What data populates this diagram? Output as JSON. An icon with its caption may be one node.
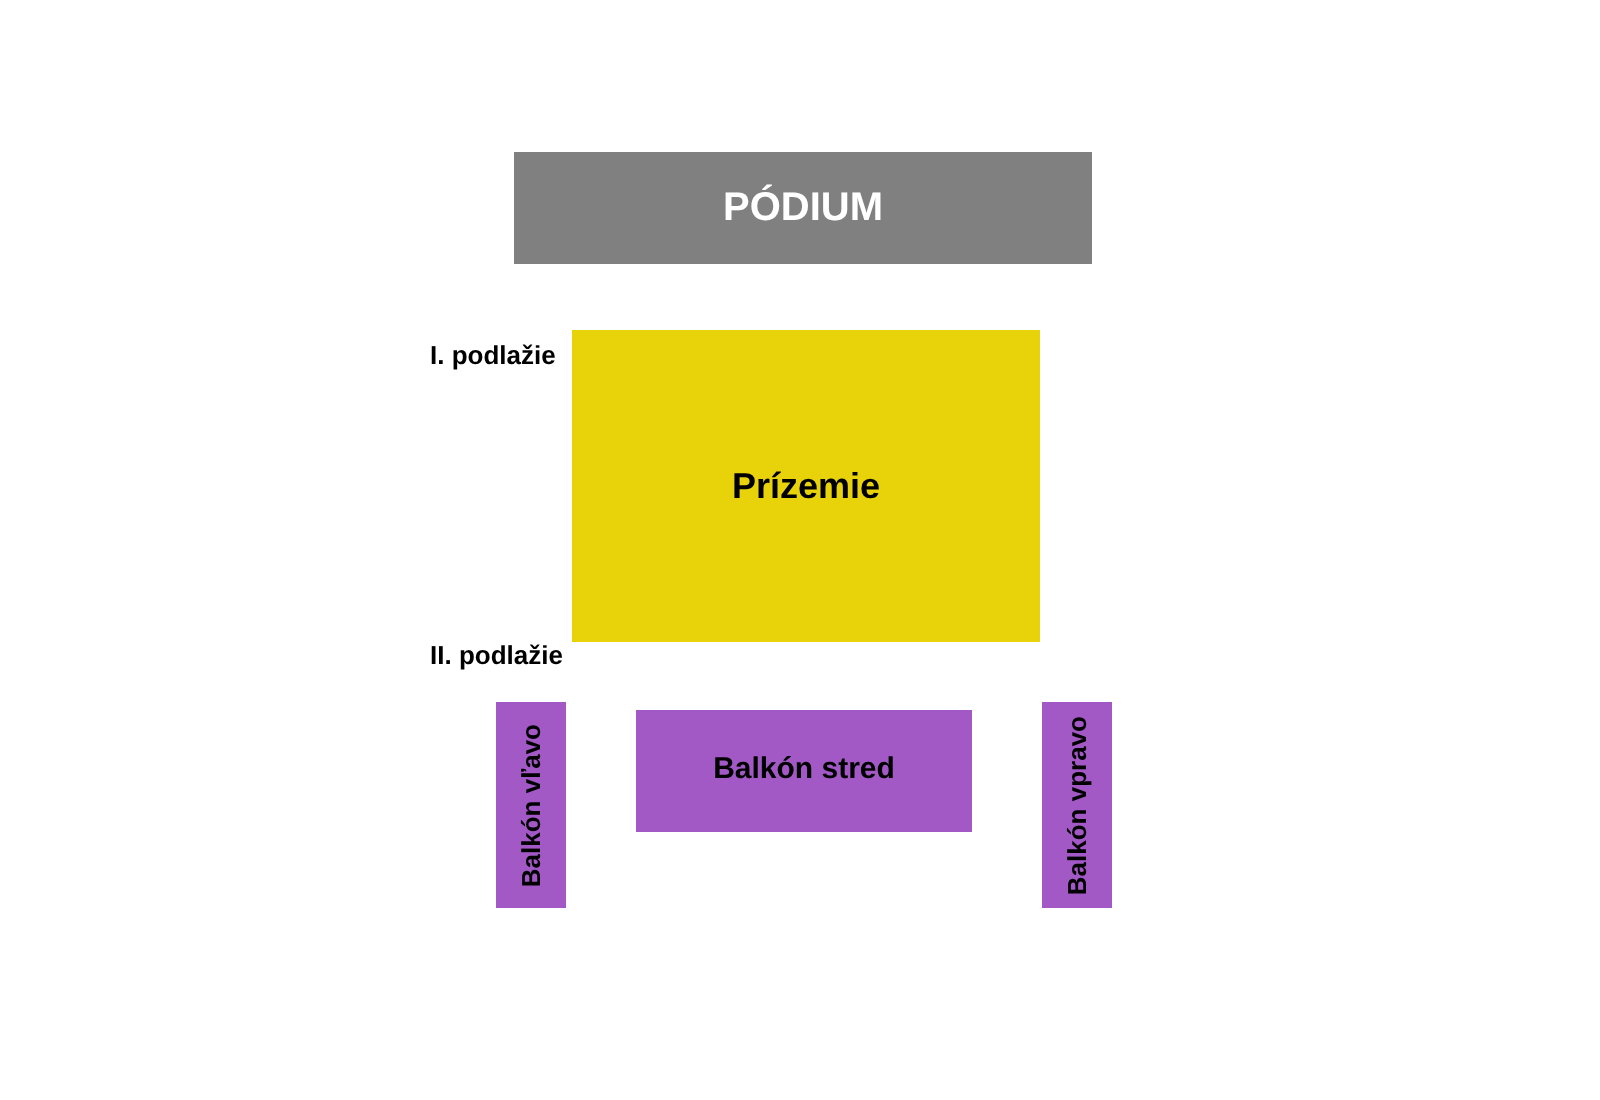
{
  "diagram": {
    "nodes": [
      {
        "text": [
          "PÓDIUM"
        ]
      },
      {
        "text": [
          "Prízemie"
        ]
      },
      {
        "text": [
          "Balkón vľavo"
        ]
      },
      {
        "text": [
          "Balkón stred"
        ]
      },
      {
        "text": [
          "Balkón vpravo"
        ]
      }
    ],
    "labels": [
      "I. podlažie",
      "II. podlažie"
    ]
  }
}
